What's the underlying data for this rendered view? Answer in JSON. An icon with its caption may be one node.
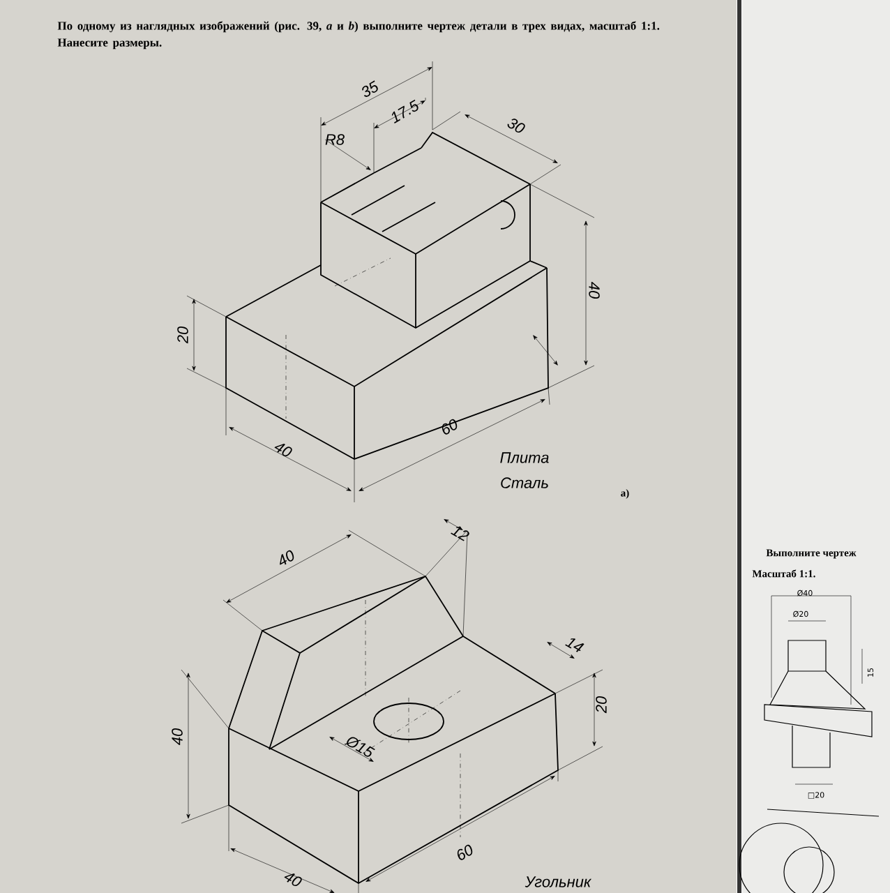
{
  "diagram": {
    "labels": [
      "По одному из наглядных изображений (рис. 39, *a* и *b*) выполните чертеж детали в трех видах, масштаб 1:1. Нанесите размеры.",
      "35",
      "17.5",
      "R8",
      "30",
      "20",
      "40",
      "40",
      "60",
      "Плита",
      "Сталь",
      "а)",
      "40",
      "12",
      "14",
      "20",
      "40",
      "Ø15",
      "60",
      "40",
      "Угольник",
      "Выполните чертеж",
      "Масштаб 1:1.",
      "Ø40",
      "Ø20",
      "15",
      "□20"
    ]
  }
}
